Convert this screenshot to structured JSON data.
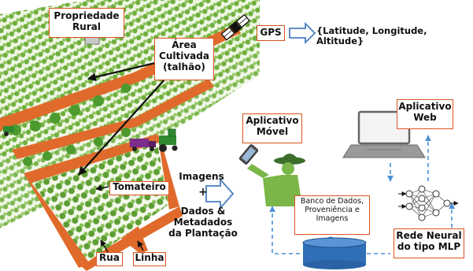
{
  "labels": {
    "propriedade_rural": "Propriedade Rural",
    "area_cultivada": "Área Cultivada (talhão)",
    "tomateiro": "Tomateiro",
    "rua": "Rua",
    "linha": "Linha",
    "gps": "GPS",
    "gps_output": "{Latitude, Longitude, Altitude}",
    "imagens": "Imagens",
    "plus": "+",
    "dados_metadados": "Dados & Metadados da Plantação",
    "aplicativo_movel": "Aplicativo Móvel",
    "aplicativo_web": "Aplicativo Web",
    "banco_de_dados": "Banco de Dados, Proveniência e Imagens",
    "rede_neural": "Rede Neural do tipo MLP"
  },
  "colors": {
    "accent_border": "#d9541e",
    "field_green": "#6fae3d",
    "dark_green": "#3f8a2a",
    "road_orange": "#e06a2c",
    "figure_green": "#7ab648",
    "database_blue": "#2e6fb7",
    "dashed_blue": "#4a8fd6",
    "arrow_blue": "#4a7fc1"
  },
  "icons": [
    "satellite-icon",
    "hollow-arrow-icon",
    "smartphone-icon",
    "farmer-icon",
    "laptop-icon",
    "database-icon",
    "neural-network-icon",
    "tractor-icon",
    "truck-icon"
  ]
}
